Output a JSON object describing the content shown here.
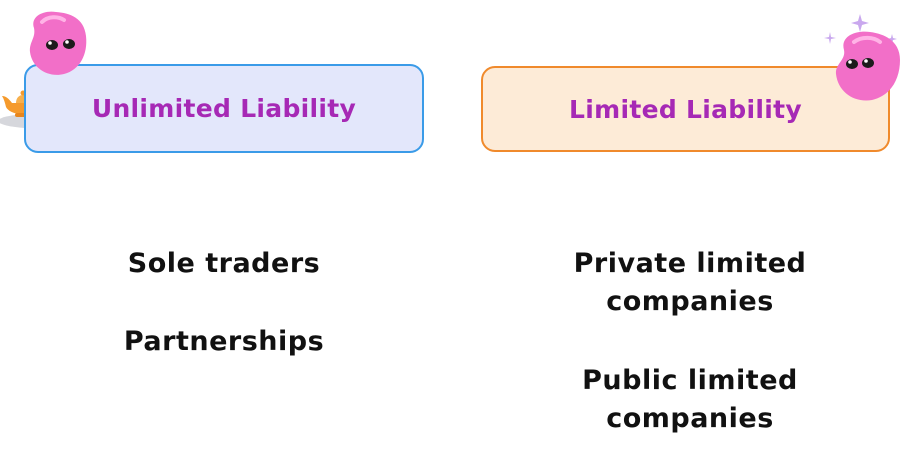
{
  "headers": {
    "unlimited": {
      "label": "Unlimited Liability",
      "fill": "#e3e7fb",
      "border": "#3a9be8",
      "text_color": "#a629b5"
    },
    "limited": {
      "label": "Limited Liability",
      "fill": "#fdebd7",
      "border": "#f08a2c",
      "text_color": "#a629b5"
    }
  },
  "unlimited_items": {
    "sole_traders": "Sole traders",
    "partnerships": "Partnerships"
  },
  "limited_items": {
    "private_line1": "Private limited",
    "private_line2": "companies",
    "public_line1": "Public limited",
    "public_line2": "companies"
  },
  "decorations": {
    "mascot_icon": "pink-blob-mascot-icon",
    "lamp_icon": "magic-lamp-icon",
    "sparkle_icon": "sparkle-icon",
    "mascot_color": "#f26fc8",
    "lamp_color": "#f59a2c",
    "sparkle_color": "#c9a8ee"
  }
}
